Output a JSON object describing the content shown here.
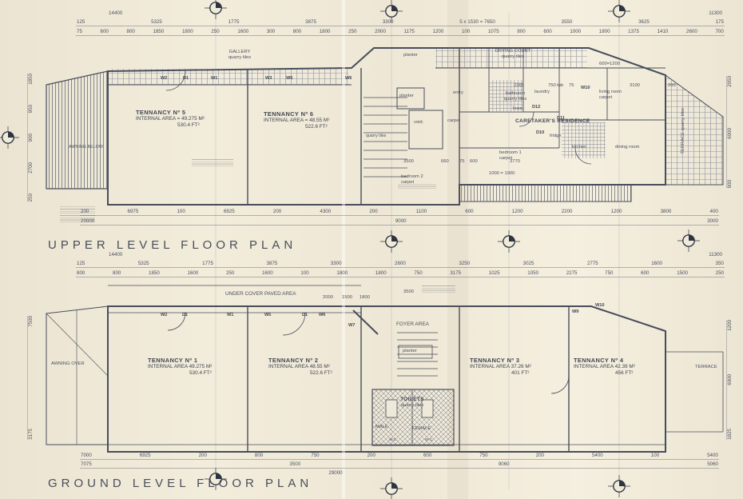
{
  "colors": {
    "paper": "#f0ead9",
    "ink": "#3e4450",
    "wall": "#474d5b"
  },
  "titles": {
    "upper": "UPPER LEVEL FLOOR PLAN",
    "ground": "GROUND LEVEL FLOOR PLAN"
  },
  "upper": {
    "tenancy5": {
      "name": "TENNANCY Nº 5",
      "area": "INTERNAL AREA = 49.275 M²",
      "area_ft": "530.4 FT²"
    },
    "tenancy6": {
      "name": "TENNANCY Nº 6",
      "area": "INTERNAL AREA = 48.55 M²",
      "area_ft": "522.6 FT²"
    },
    "rooms": {
      "gallery": "GALLERY",
      "gallery_sub": "quarry tiles",
      "planter_top": "planter",
      "planter_mid": "planter",
      "void": "void.",
      "stair_tiles": "quarry tiles",
      "entry": "entry",
      "carpet": "carpet",
      "drying": "DRYING COURT",
      "drying_sub": "quarry tiles",
      "caretakers": "CARETAKER'S  RESIDENCE",
      "bathroom": "bathroom",
      "bathroom_sub": "quarry tiles",
      "laundry": "laundry",
      "linen": "linen",
      "tub": "tub",
      "living": "living room",
      "living_sub": "carpet",
      "fridge": "fridge",
      "bed1": "bedroom 1",
      "bed1_sub": "carpet",
      "bed2": "bedroom 2",
      "bed2_sub": "carpet",
      "kitchen": "kitchen",
      "dining": "dining room",
      "terrace": "TERRACE quarry tiles",
      "awning": "AWNING BELOW"
    },
    "tags": [
      "W2",
      "D1",
      "W1",
      "W3",
      "W5",
      "W6",
      "W10",
      "D12",
      "D11",
      "D10"
    ],
    "ann": [
      "600=1200",
      "2365",
      "750",
      "75",
      "3100",
      "200",
      "3500",
      "660",
      "75",
      "600",
      "3770",
      "1000 = 1900"
    ],
    "dims": {
      "top1": [
        "14400",
        "11300"
      ],
      "top2": [
        "125",
        "5325",
        "1775",
        "3875",
        "3300",
        "5 x 1530 = 7650",
        "3550",
        "3625",
        "175"
      ],
      "top3": [
        "75",
        "600",
        "800",
        "1850",
        "1800",
        "250",
        "1600",
        "300",
        "800",
        "1800",
        "250",
        "2000",
        "1175",
        "1200",
        "100",
        "1075",
        "800",
        "600",
        "1000",
        "1800",
        "1375",
        "1410",
        "2600",
        "700"
      ],
      "bot1": [
        "200",
        "6975",
        "100",
        "6925",
        "200",
        "4300",
        "200",
        "1100",
        "600",
        "1200",
        "2200",
        "1200",
        "3800",
        "400"
      ],
      "bot2": [
        "20000",
        "9000",
        "3000"
      ],
      "left": [
        "1850",
        "950",
        "900",
        "2700",
        "250"
      ],
      "right": [
        "2050",
        "6000",
        "900"
      ]
    }
  },
  "ground": {
    "tenancy1": {
      "name": "TENNANCY Nº 1",
      "area": "INTERNAL AREA   49.275 M²",
      "area_ft": "530.4 FT²"
    },
    "tenancy2": {
      "name": "TENNANCY Nº 2",
      "area": "INTERNAL AREA   48.55 M²",
      "area_ft": "522.6 FT²"
    },
    "tenancy3": {
      "name": "TENNANCY Nº 3",
      "area": "INTERNAL AREA   37.26 M²",
      "area_ft": "401  FT²"
    },
    "tenancy4": {
      "name": "TENNANCY Nº 4",
      "area": "INTERNAL AREA   42.39 M²",
      "area_ft": "456  FT²"
    },
    "rooms": {
      "undercover": "UNDER  COVER  PAVED  AREA",
      "foyer": "FOYER  AREA",
      "planter": "planter",
      "toilets": "TOILETS",
      "toilets_sub": "quarry tiles",
      "male": "MALE",
      "female": "FEMALE",
      "wc1": "W.C.",
      "wc2": "W.C.",
      "awning": "AWNING OVER",
      "terrace": "TERRACE"
    },
    "tags": [
      "W2",
      "D1",
      "W1",
      "W5",
      "D1",
      "W6",
      "W7",
      "W9",
      "W10"
    ],
    "ann": [
      "2000",
      "1500",
      "1800",
      "3500"
    ],
    "dims": {
      "top1": [
        "14400",
        "11300"
      ],
      "top2": [
        "125",
        "5325",
        "1775",
        "3875",
        "3300",
        "2600",
        "3250",
        "3025",
        "2775",
        "1600",
        "350"
      ],
      "top3": [
        "800",
        "800",
        "1850",
        "1600",
        "250",
        "1600",
        "100",
        "1800",
        "1800",
        "750",
        "3175",
        "1025",
        "1050",
        "2275",
        "750",
        "600",
        "1500",
        "250"
      ],
      "bot1": [
        "7000",
        "6925",
        "200",
        "800",
        "750",
        "200",
        "600",
        "750",
        "200",
        "5400",
        "100",
        "5400"
      ],
      "bot2": [
        "7075",
        "3500",
        "9060",
        "5060"
      ],
      "bot3": [
        "29000"
      ],
      "left": [
        "7500",
        "3175"
      ],
      "right": [
        "1200",
        "6000",
        "1825"
      ]
    }
  }
}
